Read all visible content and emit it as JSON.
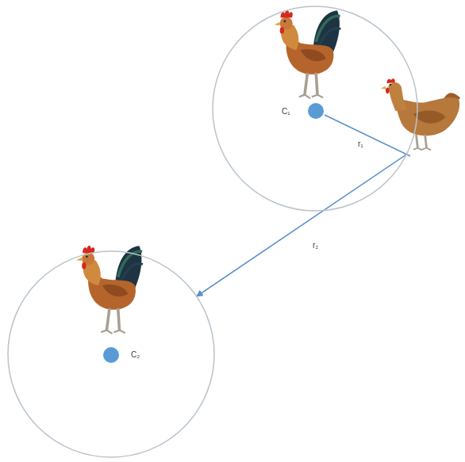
{
  "diagram": {
    "nodes": [
      {
        "text": [
          "C₁"
        ]
      },
      {
        "text": [
          "C₂"
        ]
      }
    ],
    "edges": [
      {
        "from": 0,
        "to": 1,
        "arrow": "to",
        "label": "r₂"
      }
    ],
    "labels": [
      "r₁"
    ]
  }
}
